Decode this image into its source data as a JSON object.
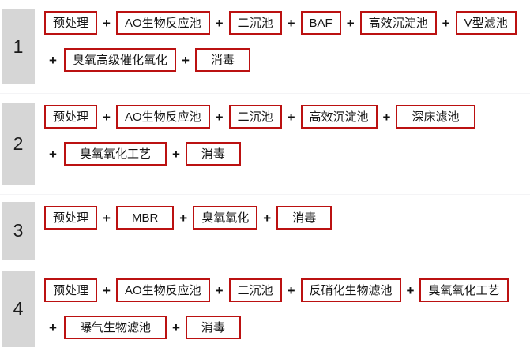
{
  "accent_color": "#bb1111",
  "number_chip_color": "#d6d6d6",
  "text_color": "#151515",
  "separator": "+",
  "schemes": [
    {
      "number": "1",
      "lines": [
        {
          "leading_plus": false,
          "steps": [
            "预处理",
            "AO生物反应池",
            "二沉池",
            "BAF",
            "高效沉淀池",
            "V型滤池"
          ]
        },
        {
          "leading_plus": true,
          "steps": [
            "臭氧高级催化氧化",
            "消毒"
          ]
        }
      ]
    },
    {
      "number": "2",
      "lines": [
        {
          "leading_plus": false,
          "steps": [
            "预处理",
            "AO生物反应池",
            "二沉池",
            "高效沉淀池",
            "深床滤池"
          ]
        },
        {
          "leading_plus": true,
          "steps": [
            "臭氧氧化工艺",
            "消毒"
          ]
        }
      ]
    },
    {
      "number": "3",
      "lines": [
        {
          "leading_plus": false,
          "steps": [
            "预处理",
            "MBR",
            "臭氧氧化",
            "消毒"
          ]
        }
      ]
    },
    {
      "number": "4",
      "lines": [
        {
          "leading_plus": false,
          "steps": [
            "预处理",
            "AO生物反应池",
            "二沉池",
            "反硝化生物滤池",
            "臭氧氧化工艺"
          ]
        },
        {
          "leading_plus": true,
          "steps": [
            "曝气生物滤池",
            "消毒"
          ]
        }
      ]
    }
  ]
}
